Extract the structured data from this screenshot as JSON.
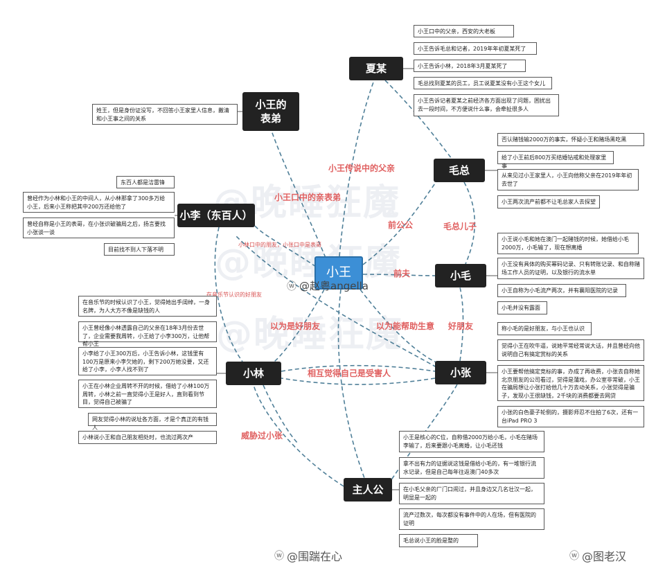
{
  "center": {
    "label": "小王"
  },
  "nodes": {
    "xiamou": "夏某",
    "biaodi": "小王的\n表弟",
    "maozong": "毛总",
    "xiaoli": "小李（东百人）",
    "xiaomao": "小毛",
    "xiaolin": "小林",
    "xiaozhang": "小张",
    "zhurengong": "主人公"
  },
  "edge_labels": {
    "chuanshuo_fuqin": "小王传说中的父亲",
    "koutong_biaodi": "小王口中的亲表弟",
    "qian_gonggong": "前公公",
    "mao_erzi": "毛总儿子",
    "qianfu": "前夫",
    "koutong_pengyou": "小林口中的朋友，小张口中是表哥",
    "yinyuejie": "在音乐节认识的好朋友",
    "yiwei_haopengyou": "以为是好朋友",
    "yiwei_shengyi": "以为能帮助生意",
    "haopengyou": "好朋友",
    "huxiang_shouhai": "相互觉得自己是受害人",
    "weixie_xiaozhang": "威胁过小张"
  },
  "notes": {
    "xiamou": [
      "小王口中的父亲，西安的大老板",
      "小王告诉毛总和记者，2019年年初夏某死了",
      "小王告诉小林，2018年3月夏某死了",
      "毛总找到夏某的员工，员工说夏某没有小王这个女儿",
      "小王告诉记者夏某之前经济各方面出现了问题，困扰出去一段时间，不方便说什么事，会牵扯很多人"
    ],
    "biaodi": [
      "姓王，但是身份证没写，不回答小王家里人信息，撇清和小王事之间的关系"
    ],
    "maozong": [
      "否认赌钱输2000万的事实，怀疑小王和赌场黑吃黑",
      "给了小王前后800万买结婚钻戒和处理家里事",
      "从来见过小王家里人，小王向他称父亲在2019年年初去世了",
      "小王两次流产前都不让毛总家人去探望"
    ],
    "xiaoli": [
      "东百人都是洁雷锋",
      "曾经作为小林和小王的中间人，从小林那拿了300多万给小王，后来小王称把其中200万还给他了",
      "曾经自称是小王的表哥，在小张识破骗局之后，扬言要找小张谈一谈",
      "目前找不到人下落不明"
    ],
    "xiaomao": [
      "小王说小毛和她在澳门一起赌钱的时候，她借给小毛2000万，小毛输了，现在想离婚",
      "小王没有具体的购买幂码记录、只有转账记录、和自称赌场工作人员的证明，以及银行的流水单",
      "小王自称为小毛流产两次，并有襄阳医院的记录",
      "小毛并没有露面"
    ],
    "xiaolin": [
      "在音乐节的时候认识了小王，觉得她出手阔绰，一身名牌，为人大方不像是缺钱的人",
      "小王曾经像小林透露自己的父亲在18年3月份去世了，企业需要我周转，小王给了小李300万，让他帮帮小王",
      "小李给了小王300万后，小王告诉小林，这钱里有100万是原来小李欠她的，剩下200万她没要，又还给了小李，小李人找不到了",
      "小王在小林企业周转不开的时候，借给了小林100万周转，小林之前一直觉得小王是好人，直到看到节目，觉得自己被骗了",
      "网友觉得小林的说址各方面，才是个真正的有钱人",
      "小林说小王和自己朋友相处时，也流过两次产"
    ],
    "xiaozhang": [
      "称小毛的是好朋友，与小王也认识",
      "觉得小王在吹牛逼，说她平常经常说大话，并且曾经向他说明自己有搞定赏标的关系",
      "小王要帮他搞定竞标的事，办成了再收费，小张去自称她北京朋友的公司看过，觉得是蒲戏，办公室非常破，小王在骗局想让小张打给他几十万去动关系，小张觉得是骗子，发现小王很缺钱，2千块的消费都要去网贷",
      "小张的白色豪子轮侧的，摄影师忍不住拍了6次，还有一台iPad PRO 3"
    ],
    "zhurengong": [
      "小王是核心的C位，自称借2000万给小毛，小毛在赌场李输了，后来要跟小毛离婚，让小毛还钱",
      "拿不出有力的证据说这钱是借给小毛的，有一堆银行流水记录，但是自己每年往返澳门40多次",
      "在小毛父亲的厂门口闹过，并且身边又几名壮汉一起，明显是一起的",
      "流产过数次，每次都没有事件中的人在场，但有医院的证明",
      "毛总说小王的脸是整的"
    ]
  },
  "watermarks": [
    "@晚睡狂魔",
    "@晚睡狂魔",
    "@晚睡狂魔"
  ],
  "credits": {
    "center_credit": "@赵粤angella",
    "bottom_left": "@围踹在心",
    "bottom_right": "@图老汉",
    "logo_glyph": "ⓦ"
  },
  "colors": {
    "node_bg": "#222222",
    "center_bg": "#3c8fd6",
    "edge": "#4f7f98",
    "edge_label": "#e06060"
  }
}
